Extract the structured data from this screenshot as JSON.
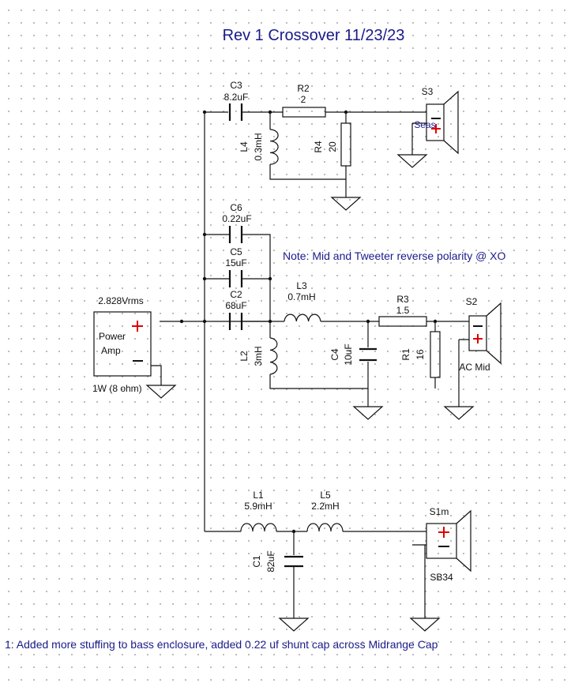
{
  "title": "Rev 1 Crossover 11/23/23",
  "note": "Note: Mid and Tweeter reverse polarity @ XO",
  "footer": "1: Added more stuffing to bass enclosure, added 0.22 uf shunt cap across Midrange Cap",
  "amp": {
    "voltage": "2.828Vrms",
    "line1": "Power",
    "line2": "Amp",
    "power": "1W (8 ohm)"
  },
  "components": {
    "C3": {
      "ref": "C3",
      "value": "8.2uF"
    },
    "R2": {
      "ref": "R2",
      "value": "2"
    },
    "L4": {
      "ref": "L4",
      "value": "0.3mH"
    },
    "R4": {
      "ref": "R4",
      "value": "20"
    },
    "C6": {
      "ref": "C6",
      "value": "0.22uF"
    },
    "C5": {
      "ref": "C5",
      "value": "15uF"
    },
    "C2": {
      "ref": "C2",
      "value": "68uF"
    },
    "L3": {
      "ref": "L3",
      "value": "0.7mH"
    },
    "R3": {
      "ref": "R3",
      "value": "1.5"
    },
    "L2": {
      "ref": "L2",
      "value": "3mH"
    },
    "C4": {
      "ref": "C4",
      "value": "10uF"
    },
    "R1": {
      "ref": "R1",
      "value": "16"
    },
    "L1": {
      "ref": "L1",
      "value": "5.9mH"
    },
    "L5": {
      "ref": "L5",
      "value": "2.2mH"
    },
    "C1": {
      "ref": "C1",
      "value": "82uF"
    }
  },
  "speakers": {
    "S3": {
      "ref": "S3",
      "model": "Seas"
    },
    "S2": {
      "ref": "S2",
      "model": "AC Mid"
    },
    "S1m": {
      "ref": "S1m",
      "model": "SB34"
    }
  }
}
